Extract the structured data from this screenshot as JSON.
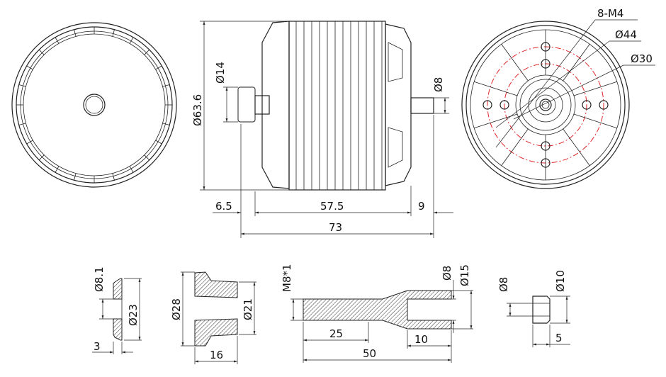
{
  "drawing": {
    "front_view": {
      "labels": {
        "bolt_pattern": "8-M4",
        "pcd_outer": "Ø44",
        "pcd_inner": "Ø30"
      }
    },
    "side_view": {
      "labels": {
        "outer_diameter": "Ø63.6",
        "hub_diameter": "Ø14",
        "shaft_diameter": "Ø8"
      },
      "lengths": {
        "hub": "6.5",
        "body": "57.5",
        "shaft": "9",
        "total": "73"
      }
    },
    "washer": {
      "inner": "Ø8.1",
      "outer": "Ø23",
      "thickness": "3"
    },
    "cone_adapter": {
      "outer": "Ø28",
      "inner": "Ø21",
      "length": "16"
    },
    "prop_shaft": {
      "thread": "M8*1",
      "bore": "Ø8",
      "outer": "Ø15",
      "thread_length": "25",
      "total_length": "50",
      "bore_length": "10"
    },
    "spacer": {
      "inner": "Ø8",
      "outer": "Ø10",
      "length": "5"
    },
    "colors": {
      "line": "#222222",
      "centerline": "#e0262a"
    }
  }
}
